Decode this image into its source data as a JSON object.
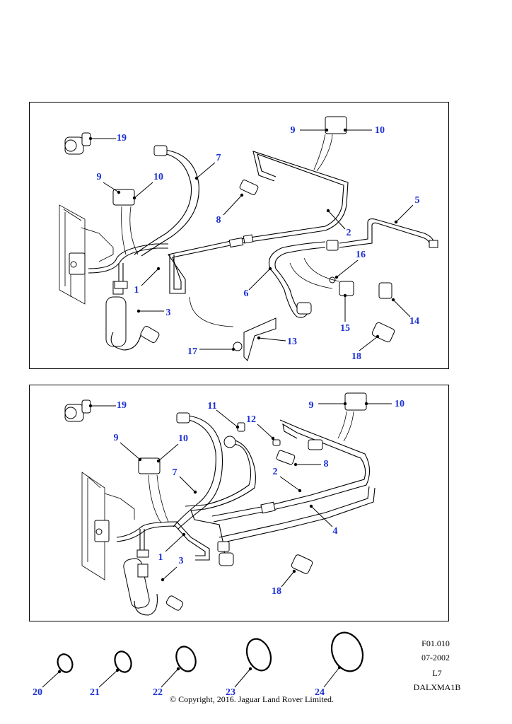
{
  "panel_top": {
    "callouts": [
      "19",
      "9",
      "10",
      "7",
      "9",
      "10",
      "5",
      "2",
      "8",
      "1",
      "3",
      "6",
      "16",
      "15",
      "14",
      "13",
      "17",
      "18"
    ]
  },
  "panel_bottom": {
    "callouts": [
      "19",
      "11",
      "12",
      "9",
      "10",
      "9",
      "10",
      "7",
      "2",
      "8",
      "4",
      "1",
      "3",
      "18"
    ]
  },
  "seals": {
    "callouts": [
      "20",
      "21",
      "22",
      "23",
      "24"
    ]
  },
  "info": {
    "code": "F01.010",
    "date": "07-2002",
    "model": "L7",
    "ref": "DALXMA1B",
    "copyright": "© Copyright, 2016. Jaguar Land Rover Limited."
  }
}
